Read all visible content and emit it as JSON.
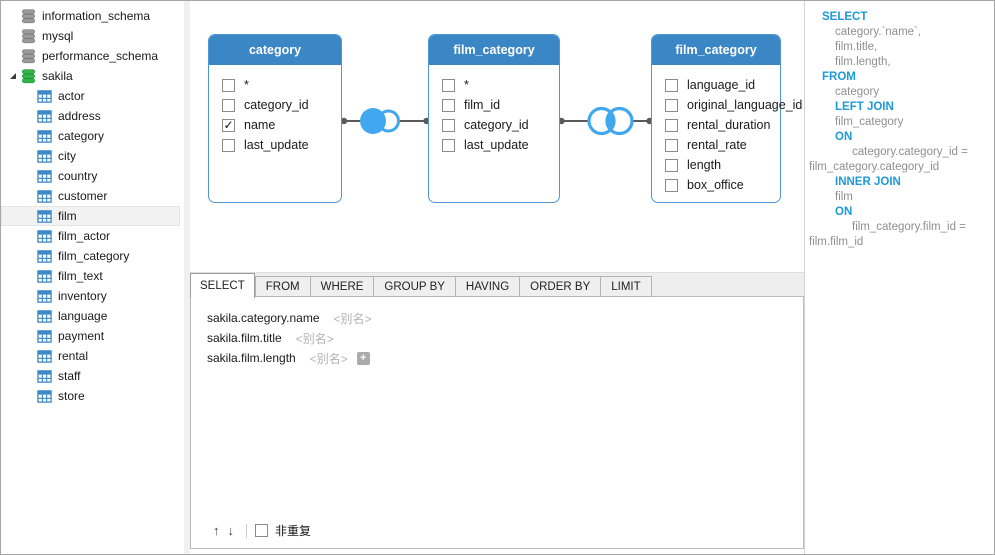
{
  "sidebar": {
    "items": [
      {
        "label": "information_schema",
        "type": "database"
      },
      {
        "label": "mysql",
        "type": "database"
      },
      {
        "label": "performance_schema",
        "type": "database"
      },
      {
        "label": "sakila",
        "type": "database",
        "state": "expanded"
      },
      {
        "label": "actor",
        "type": "table"
      },
      {
        "label": "address",
        "type": "table"
      },
      {
        "label": "category",
        "type": "table"
      },
      {
        "label": "city",
        "type": "table"
      },
      {
        "label": "country",
        "type": "table"
      },
      {
        "label": "customer",
        "type": "table"
      },
      {
        "label": "film",
        "type": "table",
        "selected": true
      },
      {
        "label": "film_actor",
        "type": "table"
      },
      {
        "label": "film_category",
        "type": "table"
      },
      {
        "label": "film_text",
        "type": "table"
      },
      {
        "label": "inventory",
        "type": "table"
      },
      {
        "label": "language",
        "type": "table"
      },
      {
        "label": "payment",
        "type": "table"
      },
      {
        "label": "rental",
        "type": "table"
      },
      {
        "label": "staff",
        "type": "table"
      },
      {
        "label": "store",
        "type": "table"
      }
    ]
  },
  "diagram": {
    "tables": [
      {
        "title": "category",
        "columns": [
          {
            "name": "*",
            "checked": false
          },
          {
            "name": "category_id",
            "checked": false
          },
          {
            "name": "name",
            "checked": true
          },
          {
            "name": "last_update",
            "checked": false
          }
        ]
      },
      {
        "title": "film_category",
        "columns": [
          {
            "name": "*",
            "checked": false
          },
          {
            "name": "film_id",
            "checked": false
          },
          {
            "name": "category_id",
            "checked": false
          },
          {
            "name": "last_update",
            "checked": false
          }
        ]
      },
      {
        "title": "film_category",
        "columns": [
          {
            "name": "language_id",
            "checked": false
          },
          {
            "name": "original_language_id",
            "checked": false
          },
          {
            "name": "rental_duration",
            "checked": false
          },
          {
            "name": "rental_rate",
            "checked": false
          },
          {
            "name": "length",
            "checked": false
          },
          {
            "name": "box_office",
            "checked": false
          }
        ]
      }
    ],
    "joins": [
      {
        "type": "LEFT JOIN",
        "between": [
          "category",
          "film_category"
        ]
      },
      {
        "type": "INNER JOIN",
        "between": [
          "film_category",
          "film_category"
        ]
      }
    ],
    "join_color": "#41a7ee",
    "line_color": "#5a5a5a"
  },
  "builder": {
    "tabs": [
      "SELECT",
      "FROM",
      "WHERE",
      "GROUP BY",
      "HAVING",
      "ORDER BY",
      "LIMIT"
    ],
    "active_tab": "SELECT",
    "fields": [
      {
        "expr": "sakila.category.name",
        "alias_placeholder": "<别名>"
      },
      {
        "expr": "sakila.film.title",
        "alias_placeholder": "<别名>"
      },
      {
        "expr": "sakila.film.length",
        "alias_placeholder": "<别名>"
      }
    ],
    "footer": {
      "distinct_label": "非重复",
      "distinct_checked": false
    }
  },
  "icons": {
    "move_up": "↑",
    "move_down": "↓",
    "add": "+",
    "checkmark": "✓"
  },
  "colors": {
    "table_header": "#3b86c5",
    "table_border": "#4f97d4",
    "join_blue": "#41a7ee",
    "sql_keyword": "#1d9ad7",
    "sql_identifier": "#8f8f8f",
    "selected_row_bg": "#f2f2f2"
  },
  "sql_preview": {
    "lines": [
      {
        "text": "SELECT",
        "kind": "keyword"
      },
      {
        "text": "category.`name`,",
        "kind": "identifier"
      },
      {
        "text": "film.title,",
        "kind": "identifier"
      },
      {
        "text": "film.length,",
        "kind": "identifier"
      },
      {
        "text": "FROM",
        "kind": "keyword"
      },
      {
        "text": "category",
        "kind": "identifier"
      },
      {
        "text": "LEFT JOIN",
        "kind": "keyword"
      },
      {
        "text": "film_category",
        "kind": "identifier"
      },
      {
        "text": "ON",
        "kind": "keyword"
      },
      {
        "text": "category.category_id =",
        "kind": "identifier"
      },
      {
        "text": "film_category.category_id",
        "kind": "identifier"
      },
      {
        "text": "INNER JOIN",
        "kind": "keyword"
      },
      {
        "text": "film",
        "kind": "identifier"
      },
      {
        "text": "ON",
        "kind": "keyword"
      },
      {
        "text": "film_category.film_id =",
        "kind": "identifier"
      },
      {
        "text": "film.film_id",
        "kind": "identifier"
      }
    ]
  }
}
